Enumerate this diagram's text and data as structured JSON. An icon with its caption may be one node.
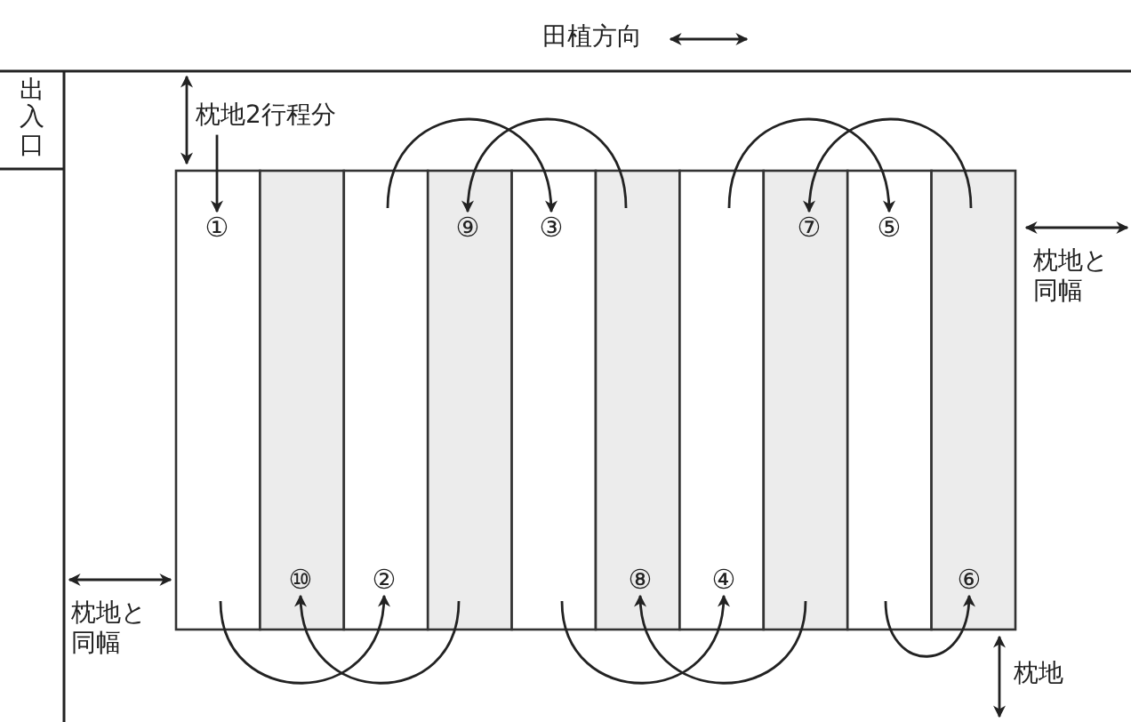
{
  "diagram": {
    "nodes": [
      {
        "text": [
          "枕地2行程分"
        ]
      },
      {
        "text": [
          "①"
        ]
      },
      {
        "text": [
          "⑨"
        ]
      },
      {
        "text": [
          "③"
        ]
      },
      {
        "text": [
          "⑦"
        ]
      },
      {
        "text": [
          "⑤"
        ]
      },
      {
        "text": [
          "⑩"
        ]
      },
      {
        "text": [
          "②"
        ]
      },
      {
        "text": [
          "⑧"
        ]
      },
      {
        "text": [
          "④"
        ]
      },
      {
        "text": [
          "⑥"
        ]
      }
    ],
    "edges": [
      {
        "from": 0,
        "to": 1,
        "arrow": "to"
      },
      {
        "from": null,
        "to": 3,
        "arrow": "to"
      },
      {
        "from": null,
        "to": 2,
        "arrow": "to"
      },
      {
        "from": null,
        "to": 5,
        "arrow": "to"
      },
      {
        "from": null,
        "to": 4,
        "arrow": "to"
      },
      {
        "from": null,
        "to": 7,
        "arrow": "to"
      },
      {
        "from": null,
        "to": 6,
        "arrow": "to"
      },
      {
        "from": null,
        "to": 9,
        "arrow": "to"
      },
      {
        "from": null,
        "to": 8,
        "arrow": "to"
      },
      {
        "from": null,
        "to": 10,
        "arrow": "to"
      }
    ],
    "labels": [
      "田植方向",
      "出入口",
      "枕地と同幅",
      "枕地と同幅",
      "枕地"
    ]
  }
}
